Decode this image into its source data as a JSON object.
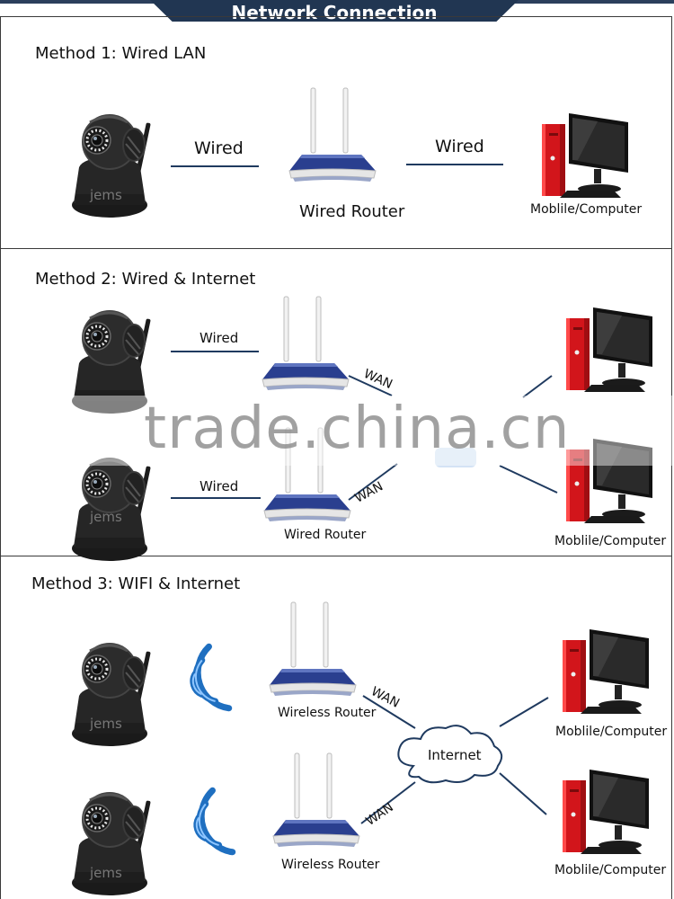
{
  "header": {
    "title": "Network Connection"
  },
  "method1": {
    "title": "Method 1:   Wired LAN",
    "link_left": "Wired",
    "link_right": "Wired",
    "router_label": "Wired Router",
    "device_label": "Moblile/Computer"
  },
  "method2": {
    "title": "Method 2:   Wired & Internet",
    "link_top": "Wired",
    "link_bottom": "Wired",
    "wan_top": "WAN",
    "wan_bottom": "WAN",
    "router_label": "Wired Router",
    "device_label": "Moblile/Computer"
  },
  "method3": {
    "title": "Method 3:  WIFI & Internet",
    "router_top_label": "Wireless Router",
    "router_bottom_label": "Wireless Router",
    "wan_top": "WAN",
    "wan_bottom": "WAN",
    "cloud_label": "Internet",
    "device_top_label": "Moblile/Computer",
    "device_bottom_label": "Moblile/Computer"
  },
  "camera_brand": "jems",
  "watermark": "trade.china.cn",
  "colors": {
    "header": "#213652",
    "router": "#2a3f8f",
    "pc_red": "#d2151b",
    "line": "#1f3a5f",
    "wifi": "#1f6fc0"
  }
}
